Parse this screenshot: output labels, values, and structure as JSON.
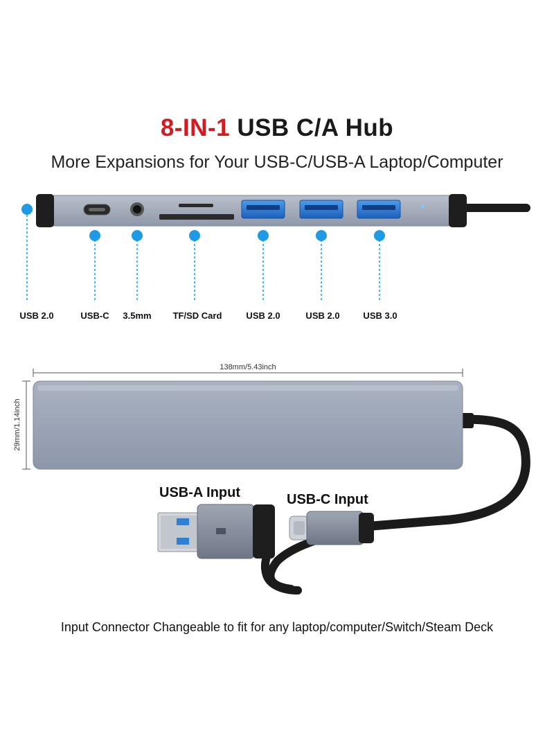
{
  "header": {
    "title_accent": "8-IN-1",
    "title_rest": "USB C/A Hub",
    "subtitle": "More Expansions for Your USB-C/USB-A Laptop/Computer"
  },
  "ports": [
    {
      "name": "usb-2.0-left",
      "label": "USB 2.0"
    },
    {
      "name": "usb-c",
      "label": "USB-C"
    },
    {
      "name": "audio-3.5mm",
      "label": "3.5mm"
    },
    {
      "name": "tf-sd-card",
      "label": "TF/SD Card"
    },
    {
      "name": "usb-2.0-a",
      "label": "USB 2.0"
    },
    {
      "name": "usb-2.0-b",
      "label": "USB 2.0"
    },
    {
      "name": "usb-3.0",
      "label": "USB 3.0"
    }
  ],
  "dimensions": {
    "width_label": "138mm/5.43inch",
    "height_label": "29mm/1.14inch"
  },
  "inputs": {
    "usb_a_label": "USB-A Input",
    "usb_c_label": "USB-C Input"
  },
  "footer": {
    "text": "Input Connector Changeable to fit for any laptop/computer/Switch/Steam Deck"
  },
  "colors": {
    "accent_red": "#d41b22",
    "callout_blue": "#1f9be6",
    "hub_gray": "#9aa3b4",
    "usb_port_blue": "#2f7fd6"
  }
}
